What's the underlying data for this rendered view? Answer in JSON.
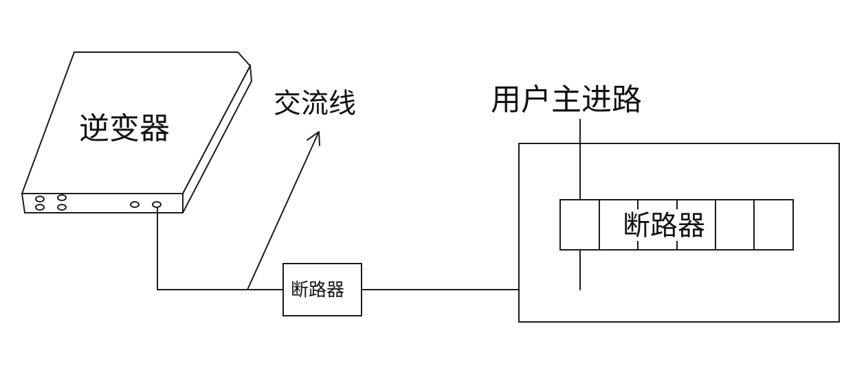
{
  "labels": {
    "inverter": "逆变器",
    "ac_line": "交流线",
    "main_line": "用户主进路",
    "breaker_small": "断路器",
    "breaker_panel": "断路器"
  },
  "colors": {
    "stroke": "#1a1a1a",
    "background": "#ffffff",
    "text": "#111111"
  }
}
